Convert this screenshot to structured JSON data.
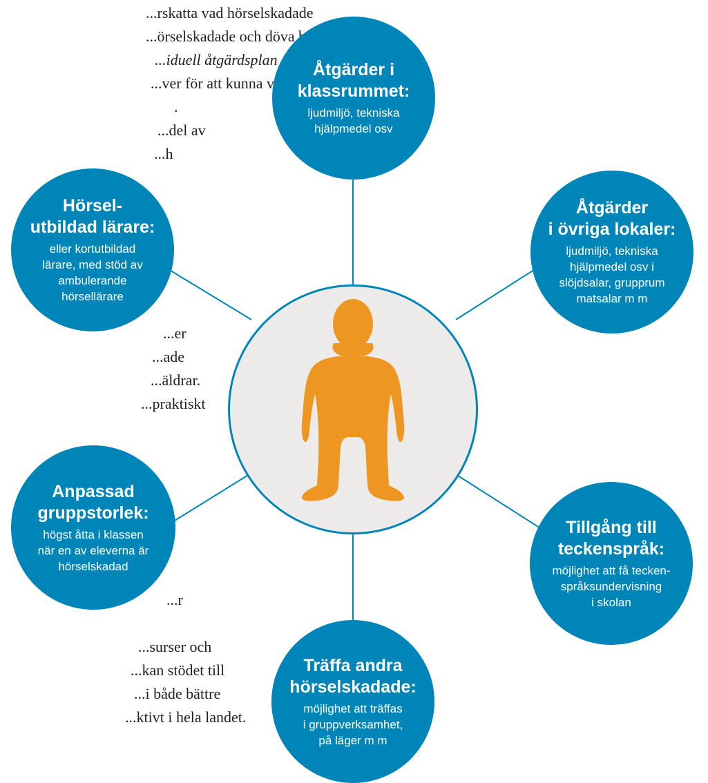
{
  "background_text": [
    "...rskatta vad hörselskadade",
    "...örselskadade och döva barn",
    "...iduell åtgärdsplan som",
    "...ver för att kunna vara",
    ".",
    "...del av",
    "...h",
    "...er",
    "...ade",
    "...äldrar.",
    "...praktiskt",
    "...r",
    "...surser och",
    "...kan stödet till",
    "...i både bättre",
    "...ktivt i hela landet."
  ],
  "center": {
    "icon": "child-figure-icon",
    "icon_color": "#ee9622"
  },
  "colors": {
    "bubble": "#0085b9",
    "center_fill": "#ecebea",
    "connector": "#0085b9"
  },
  "bubbles": {
    "classroom": {
      "title_1": "Åtgärder i",
      "title_2": "klassrummet:",
      "desc_1": "ljudmiljö, tekniska",
      "desc_2": "hjälpmedel osv"
    },
    "other_rooms": {
      "title_1": "Åtgärder",
      "title_2": "i övriga lokaler:",
      "desc_1": "ljudmiljö, tekniska",
      "desc_2": "hjälpmedel osv i",
      "desc_3": "slöjdsalar, grupprum",
      "desc_4": "matsalar m m"
    },
    "sign_language": {
      "title_1": "Tillgång till",
      "title_2": "teckenspråk:",
      "desc_1": "möjlighet att få tecken-",
      "desc_2": "språksundervisning",
      "desc_3": "i skolan"
    },
    "meet_others": {
      "title_1": "Träffa andra",
      "title_2": "hörselskadade:",
      "desc_1": "möjlighet att träffas",
      "desc_2": "i gruppverksamhet,",
      "desc_3": "på läger m m"
    },
    "group_size": {
      "title_1": "Anpassad",
      "title_2": "gruppstorlek:",
      "desc_1": "högst åtta i klassen",
      "desc_2": "när en av eleverna är",
      "desc_3": "hörselskadad"
    },
    "teacher": {
      "title_1": "Hörsel-",
      "title_2": "utbildad lärare:",
      "desc_1": "eller kortutbildad",
      "desc_2": "lärare, med stöd av",
      "desc_3": "ambulerande",
      "desc_4": "hörsellärare"
    }
  }
}
